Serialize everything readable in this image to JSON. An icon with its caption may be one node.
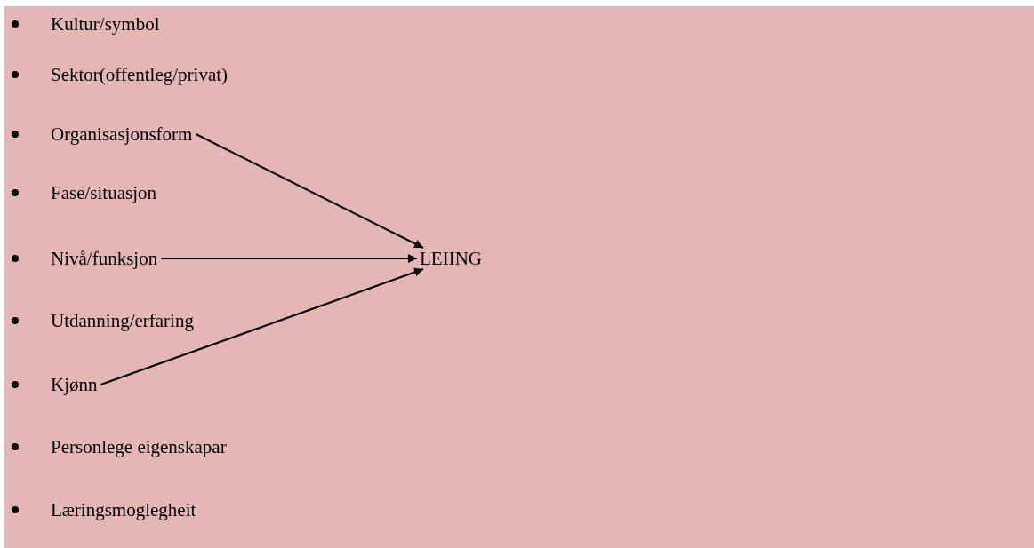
{
  "diagram": {
    "nodes": [
      {
        "text": [
          "Organisasjonsform"
        ]
      },
      {
        "text": [
          "Nivå/funksjon"
        ]
      },
      {
        "text": [
          "Kjønn"
        ]
      },
      {
        "text": [
          "LEIING"
        ]
      }
    ],
    "edges": [
      {
        "from": 0,
        "to": 3,
        "arrow": "to"
      },
      {
        "from": 1,
        "to": 3,
        "arrow": "to"
      },
      {
        "from": 2,
        "to": 3,
        "arrow": "to"
      }
    ],
    "labels": [
      "Kultur/symbol",
      "Sektor(offentleg/privat)",
      "Fase/situasjon",
      "Utdanning/erfaring",
      "Personlege eigenskapar",
      "Læringsmoglegheit"
    ]
  }
}
